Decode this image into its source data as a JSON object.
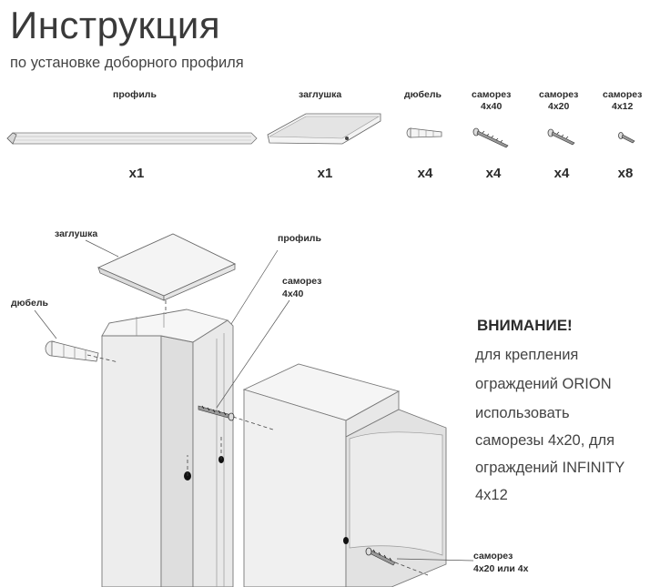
{
  "header": {
    "title": "Инструкция",
    "subtitle": "по установке доборного профиля"
  },
  "parts": [
    {
      "label": "профиль",
      "size": "",
      "qty": "x1"
    },
    {
      "label": "заглушка",
      "size": "",
      "qty": "x1"
    },
    {
      "label": "дюбель",
      "size": "",
      "qty": "x4"
    },
    {
      "label": "саморез",
      "size": "4x40",
      "qty": "x4"
    },
    {
      "label": "саморез",
      "size": "4x20",
      "qty": "x4"
    },
    {
      "label": "саморез",
      "size": "4x12",
      "qty": "x8"
    }
  ],
  "diagram": {
    "cap": "заглушка",
    "profile": "профиль",
    "screw_top": "саморез",
    "screw_top_size": "4x40",
    "dowel": "дюбель",
    "screw_bottom": "саморез",
    "screw_bottom_size": "4x20 или 4x"
  },
  "warning": {
    "title": "ВНИМАНИЕ!",
    "lines": [
      "для крепления",
      "ограждений ORION",
      "использовать",
      "саморезы 4x20, для",
      "ограждений INFINITY",
      "4x12"
    ]
  }
}
